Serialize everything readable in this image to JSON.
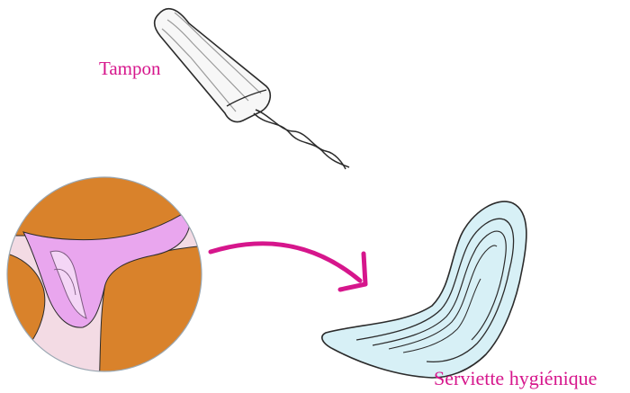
{
  "labels": {
    "tampon": "Tampon",
    "serviette": "Serviette hygiénique"
  },
  "icons": {
    "tampon": "tampon-illustration",
    "pad": "sanitary-pad-illustration",
    "underwear": "underwear-closeup-illustration",
    "arrow": "curved-arrow"
  },
  "colors": {
    "label": "#d6168c",
    "arrow": "#d6168c",
    "skin": "#d9822b",
    "underwear": "#e9a6ee",
    "pad_fill": "#d7f0f6",
    "line": "#2b2b2b"
  }
}
